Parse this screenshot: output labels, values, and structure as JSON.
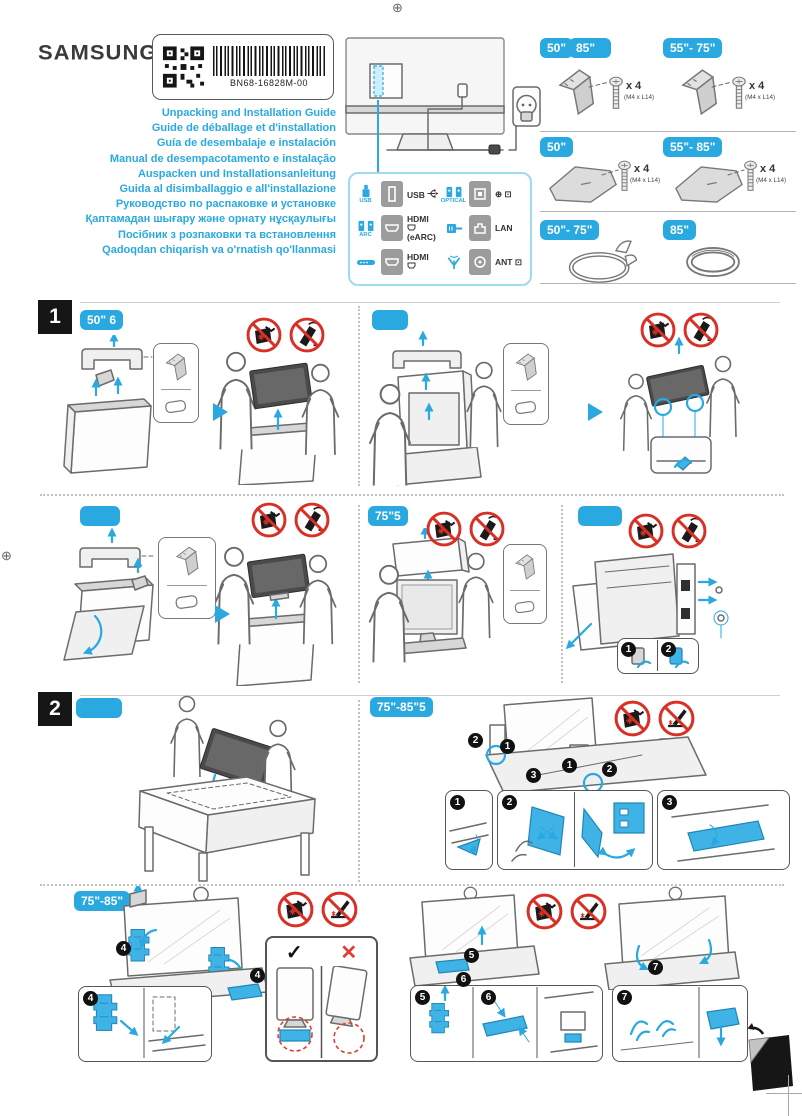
{
  "page": {
    "brand": "SAMSUNG",
    "part_number": "BN68-16828M-00",
    "reg_mark": "⊕",
    "check": "✓",
    "cross": "✕"
  },
  "titles": [
    "Unpacking and Installation Guide",
    "Guide de déballage et d'installation",
    "Guía de desembalaje e instalación",
    "Manual de desempacotamento e instalação",
    "Auspacken und Installationsanleitung",
    "Guida al disimballaggio e all'installazione",
    "Руководство по распаковке и установке",
    "Қаптамадан шығару және орнату нұсқаулығы",
    "Посібник з розпаковки та встановлення",
    "Qadoqdan chiqarish va o'rnatish qo'llanmasi"
  ],
  "ports": {
    "rows": [
      {
        "source": "USB",
        "label": "USB"
      },
      {
        "source": "ARC",
        "label": "HDMI",
        "sub": "(eARC)"
      },
      {
        "source": "",
        "label": "HDMI"
      },
      {
        "source": "OPTICAL",
        "label": "⊕ ⊡"
      },
      {
        "source": "",
        "label": "LAN"
      },
      {
        "source": "",
        "label": "ANT ⊡"
      }
    ]
  },
  "accessories": {
    "screw_qty": "x 4",
    "screw_spec": "(M4 x L14)",
    "cells": [
      {
        "labels": [
          "50\"",
          "85\""
        ]
      },
      {
        "labels": [
          "55\"- 75\""
        ]
      },
      {
        "labels": [
          "50\""
        ]
      },
      {
        "labels": [
          "55\"- 85\""
        ]
      },
      {
        "labels": [
          "50\"- 75\""
        ]
      },
      {
        "labels": [
          "85\""
        ]
      }
    ]
  },
  "sections": {
    "one": {
      "number": "1",
      "pill_a": "50\" 6",
      "pill_b": "",
      "pill_c": "",
      "pill_d": "75\"5",
      "pill_e": ""
    },
    "two": {
      "number": "2",
      "pill_left": "",
      "pill_right": "75\"-85\"5",
      "pill_bottom": "75\"-85\""
    }
  },
  "callouts": {
    "c1": "1",
    "c2": "2",
    "c3": "3",
    "c4": "4",
    "c5": "5",
    "c6": "6",
    "c7": "7"
  }
}
